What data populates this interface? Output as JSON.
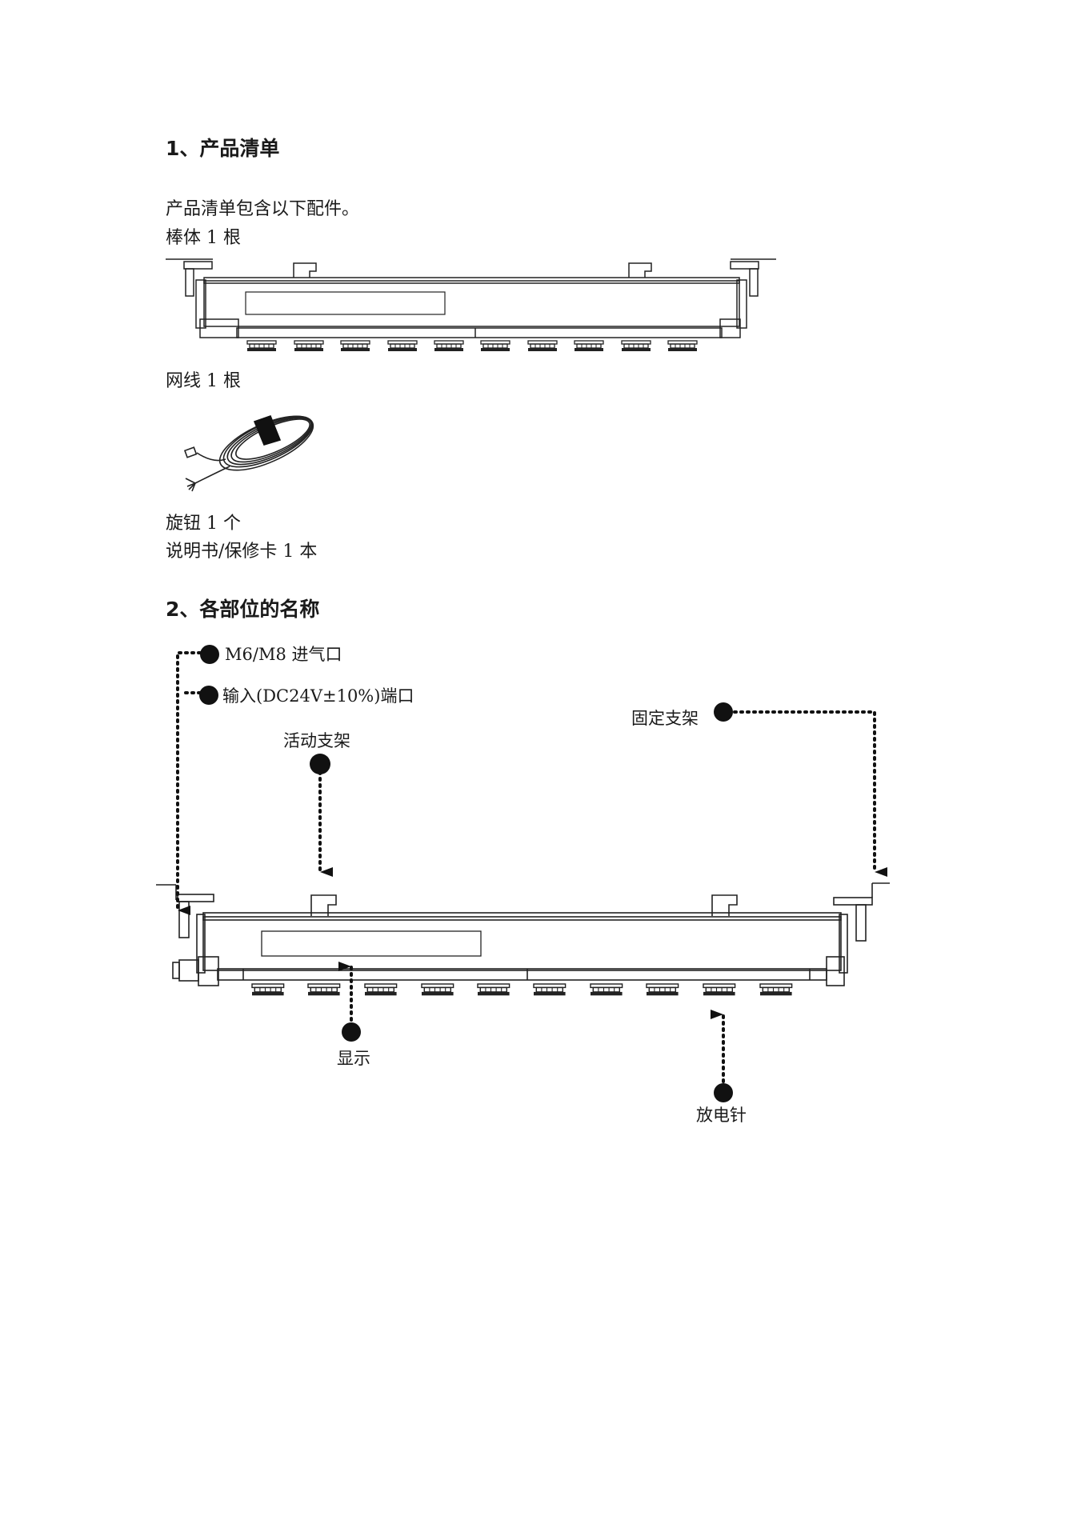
{
  "section1": {
    "heading": "1、产品清单",
    "intro": "产品清单包含以下配件。",
    "items": {
      "bar": "棒体 1 根",
      "cable": "网线 1 根",
      "knob": "旋钮 1 个",
      "manual": "说明书/保修卡 1 本"
    }
  },
  "section2": {
    "heading": "2、各部位的名称",
    "callouts": {
      "air_inlet": "M6/M8 进气口",
      "power_port": "输入(DC24V±10%)端口",
      "fixed_bracket": "固定支架",
      "movable_bracket": "活动支架",
      "display": "显示",
      "discharge_needle": "放电针"
    }
  }
}
